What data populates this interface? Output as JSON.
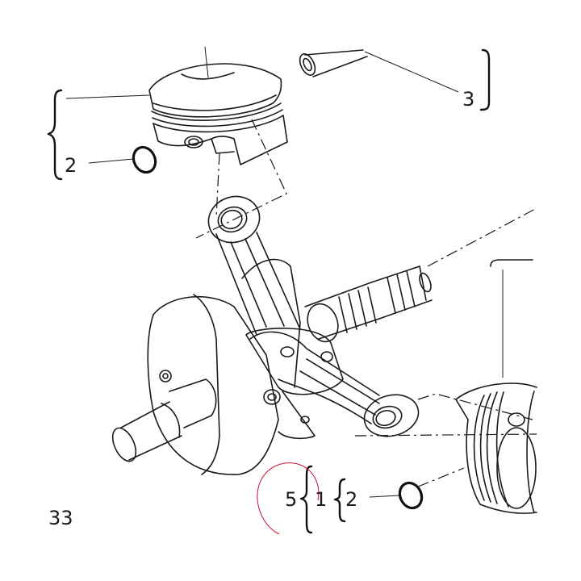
{
  "callouts": {
    "c1": "1",
    "c2_top": "2",
    "c2_bottom": "2",
    "c3": "3",
    "c5": "5"
  },
  "page_number": "33",
  "colors": {
    "line": "#1a1a1a",
    "annotation_circle": "#c8102e"
  }
}
